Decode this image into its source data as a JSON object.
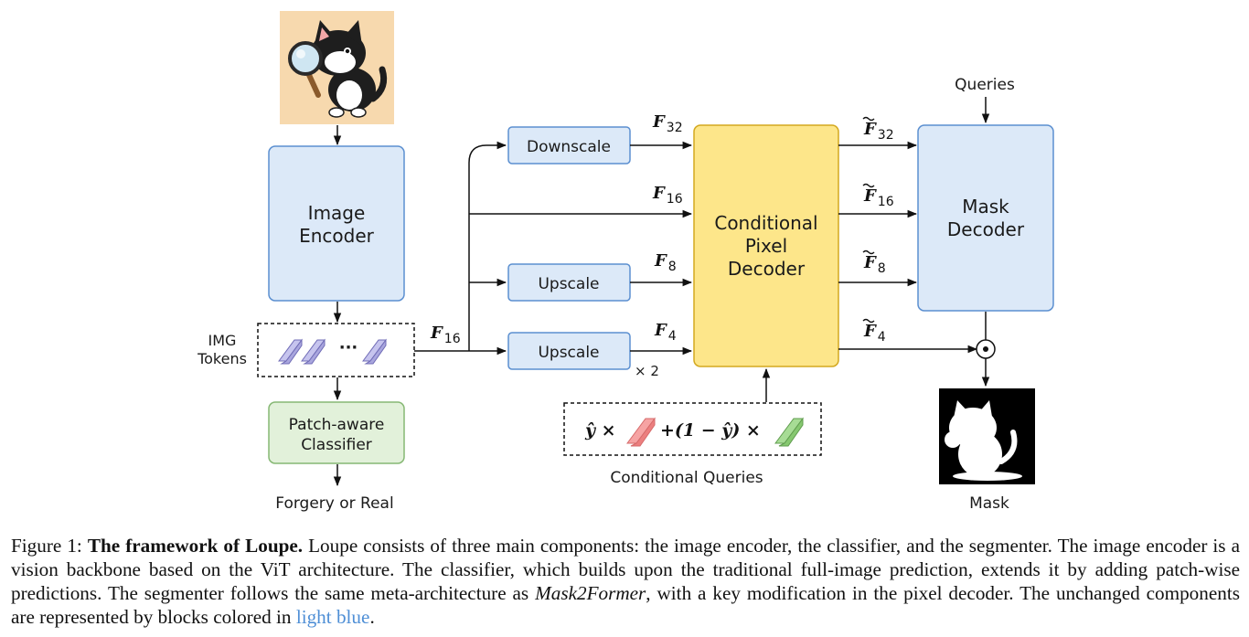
{
  "diagram": {
    "image_encoder": [
      "Image",
      "Encoder"
    ],
    "img_tokens": [
      "IMG",
      "Tokens"
    ],
    "ellipsis": "···",
    "classifier": [
      "Patch-aware",
      "Classifier"
    ],
    "forgery_or_real": "Forgery or Real",
    "downscale": "Downscale",
    "upscale": "Upscale",
    "times2": "× 2",
    "pixel_decoder": [
      "Conditional",
      "Pixel",
      "Decoder"
    ],
    "mask_decoder": [
      "Mask",
      "Decoder"
    ],
    "queries": "Queries",
    "mask": "Mask",
    "conditional_queries": "Conditional Queries",
    "formula": {
      "part1": "ŷ ×",
      "part2": "+(1 − ŷ) ×"
    },
    "F": "F",
    "subs": {
      "s32": "32",
      "s16": "16",
      "s8": "8",
      "s4": "4"
    },
    "colors": {
      "light_blue_fill": "#dce9f8",
      "light_blue_stroke": "#5b8fd0",
      "yellow_fill": "#fde68a",
      "yellow_stroke": "#d3a81f",
      "green_fill": "#e2f1da",
      "green_stroke": "#86b874",
      "token_red": "#f08a8a",
      "token_green": "#8fcf7a",
      "token_purple": "#c6c4ee"
    }
  },
  "caption": {
    "label": "Figure 1:",
    "bold": "The framework of Loupe.",
    "text1": " Loupe consists of three main components: the image encoder, the classifier, and the segmenter. The image encoder is a vision backbone based on the ViT architecture. The classifier, which builds upon the traditional full-image prediction, extends it by adding patch-wise predictions. The segmenter follows the same meta-architecture as ",
    "italic": "Mask2Former",
    "text2": ", with a key modification in the pixel decoder. The unchanged components are represented by blocks colored in ",
    "light_blue": "light blue",
    "text3": "."
  }
}
